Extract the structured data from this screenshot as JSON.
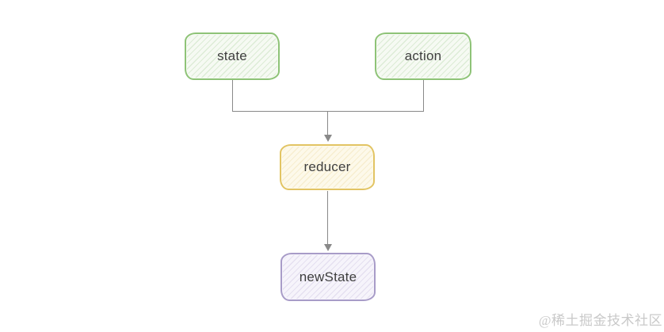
{
  "diagram": {
    "description": "Flow diagram: state and action feed into reducer, which produces newState",
    "nodes": [
      {
        "id": "state",
        "label": "state",
        "border_color": "#8ec377",
        "fill_color": "#f6faf3"
      },
      {
        "id": "action",
        "label": "action",
        "border_color": "#8ec377",
        "fill_color": "#f6faf3"
      },
      {
        "id": "reducer",
        "label": "reducer",
        "border_color": "#e2c463",
        "fill_color": "#fdf9ea"
      },
      {
        "id": "newState",
        "label": "newState",
        "border_color": "#a89cc8",
        "fill_color": "#f6f4fb"
      }
    ],
    "edges": [
      {
        "from": "state",
        "to": "reducer",
        "arrow": true
      },
      {
        "from": "action",
        "to": "reducer",
        "arrow": true
      },
      {
        "from": "reducer",
        "to": "newState",
        "arrow": true
      }
    ],
    "edge_color": "#898989",
    "text_color": "#3f3f3f"
  },
  "watermark": {
    "text": "@稀土掘金技术社区",
    "color": "#c9c9c9"
  }
}
